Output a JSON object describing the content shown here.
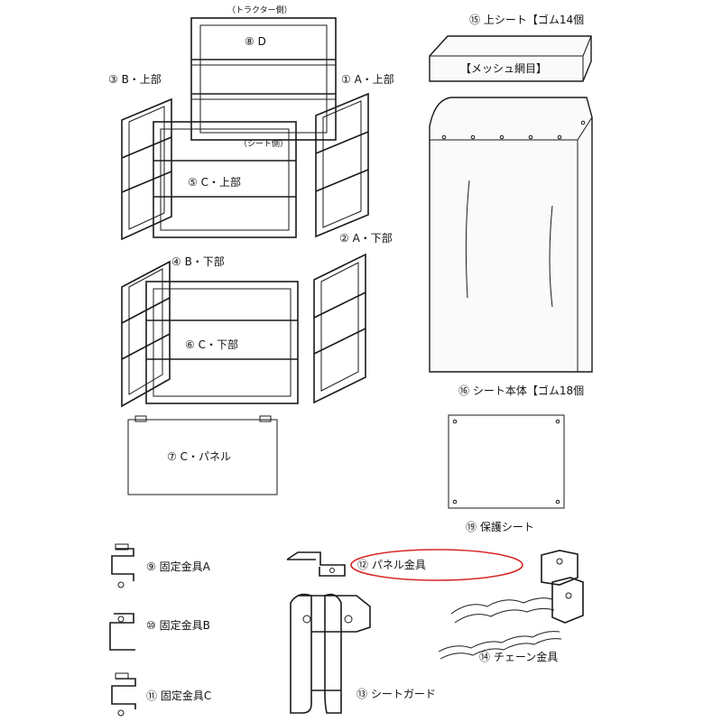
{
  "labels": {
    "tractor_side": "（トラクター側）",
    "d": "⑧ D",
    "b_upper": "③ B・上部",
    "a_upper": "① A・上部",
    "sheet_side": "（シート側）",
    "c_upper": "⑤ C・上部",
    "a_lower": "② A・下部",
    "b_lower": "④ B・下部",
    "c_lower": "⑥ C・下部",
    "c_panel": "⑦ C・パネル",
    "top_sheet": "⑮ 上シート【ゴム14個",
    "mesh": "【メッシュ網目】",
    "sheet_body": "⑯ シート本体【ゴム18個",
    "protect_sheet": "⑲ 保護シート",
    "fix_a": "⑨ 固定金具A",
    "fix_b": "⑩ 固定金具B",
    "fix_c": "⑪ 固定金具C",
    "panel_metal": "⑫ パネル金具",
    "sheet_guard": "⑬ シートガード",
    "chain_metal": "⑭ チェーン金具"
  },
  "highlight": {
    "color": "#d62828"
  }
}
